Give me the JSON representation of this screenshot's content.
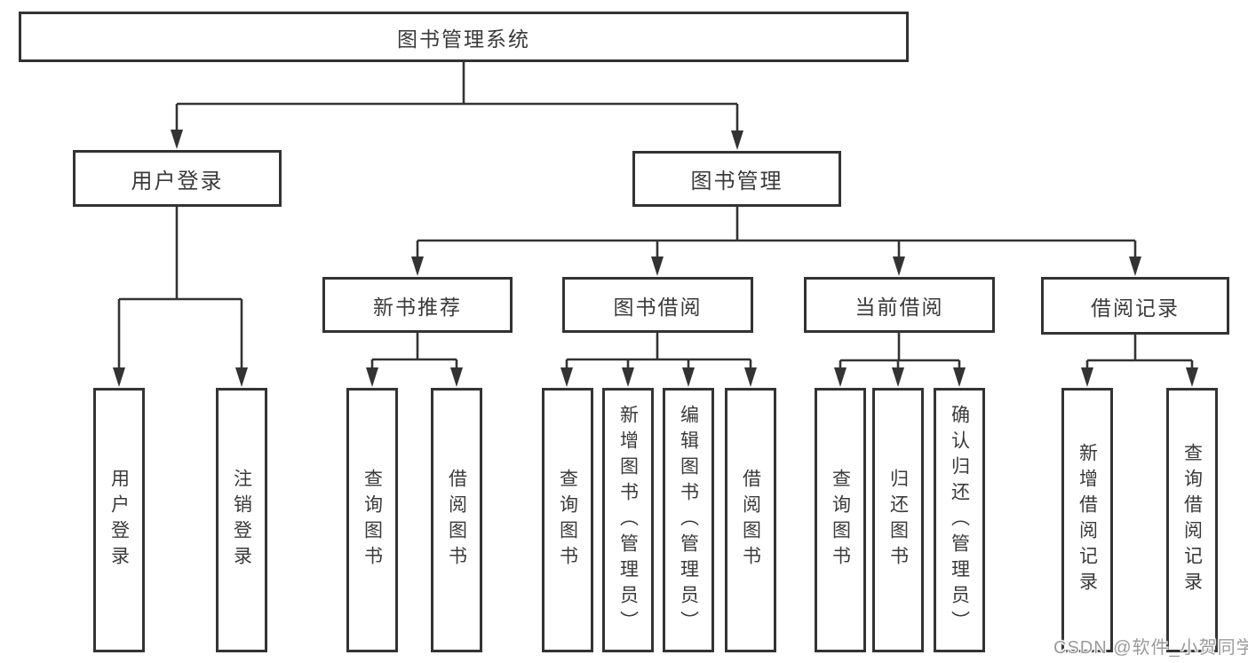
{
  "diagram": {
    "title": "图书管理系统",
    "branches": [
      {
        "label": "用户登录",
        "children": [
          "用户登录",
          "注销登录"
        ]
      },
      {
        "label": "图书管理",
        "children": [
          {
            "label": "新书推荐",
            "children": [
              "查询图书",
              "借阅图书"
            ]
          },
          {
            "label": "图书借阅",
            "children": [
              "查询图书",
              "新增图书（管理员）",
              "编辑图书（管理员）",
              "借阅图书"
            ]
          },
          {
            "label": "当前借阅",
            "children": [
              "查询图书",
              "归还图书",
              "确认归还（管理员）"
            ]
          },
          {
            "label": "借阅记录",
            "children": [
              "新增借阅记录",
              "查询借阅记录"
            ]
          }
        ]
      }
    ]
  },
  "watermark": "CSDN @软件_小贺同学",
  "colors": {
    "line": "#333333",
    "text": "#3a3a3a",
    "watermark": "#9b9b9b",
    "background": "#ffffff"
  }
}
